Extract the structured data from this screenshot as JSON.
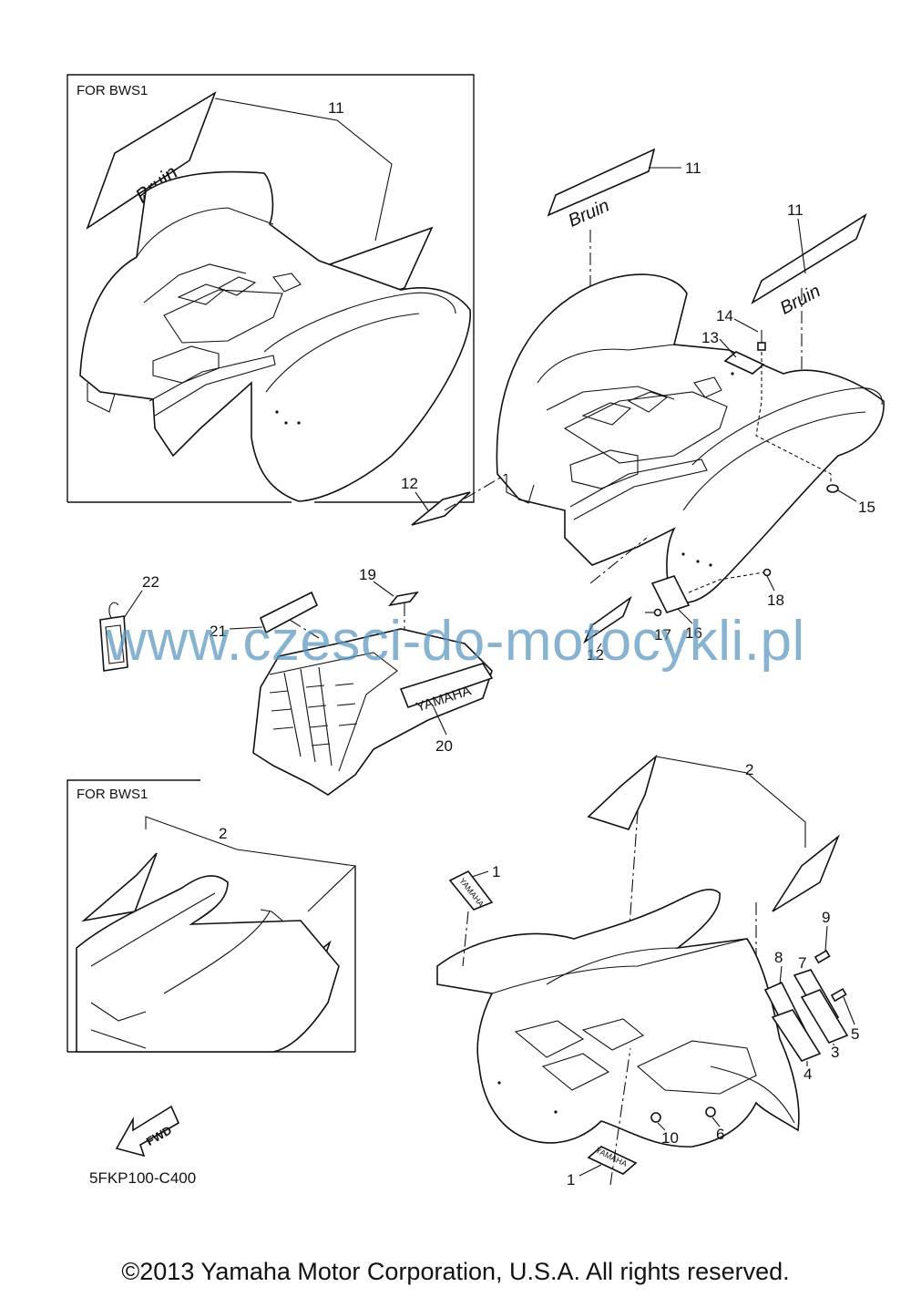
{
  "diagram": {
    "box_labels": [
      "FOR BWS1",
      "FOR BWS1"
    ],
    "part_numbers": {
      "p1a": "1",
      "p1b": "1",
      "p2a": "2",
      "p2b": "2",
      "p3": "3",
      "p4": "4",
      "p5": "5",
      "p6": "6",
      "p7": "7",
      "p8": "8",
      "p9": "9",
      "p10": "10",
      "p11a": "11",
      "p11b": "11",
      "p11c": "11",
      "p12a": "12",
      "p12b": "12",
      "p13": "13",
      "p14": "14",
      "p15": "15",
      "p16": "16",
      "p17": "17",
      "p18": "18",
      "p19": "19",
      "p20": "20",
      "p21": "21",
      "p22": "22"
    },
    "decal_text": "YAMAHA",
    "fwd_label": "FWD",
    "diagram_code": "5FKP100-C400"
  },
  "watermark": "www.czesci-do-motocykli.pl",
  "copyright": "©2013 Yamaha Motor Corporation, U.S.A. All rights reserved."
}
